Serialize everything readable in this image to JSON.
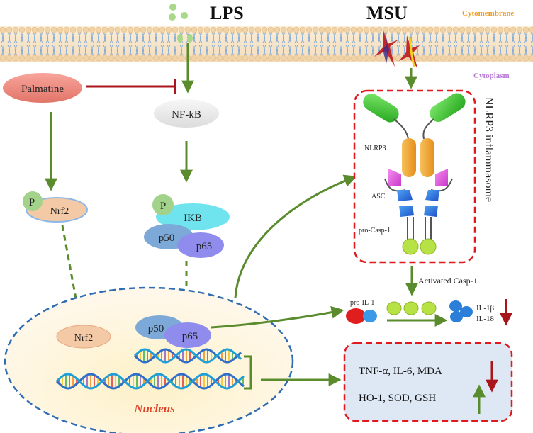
{
  "labels": {
    "lps": "LPS",
    "msu": "MSU",
    "cytomembrane": "Cytomembrane",
    "cytoplasm": "Cytoplasm",
    "palmatine": "Palmatine",
    "nfkb": "NF-kB",
    "nrf2_top": "Nrf2",
    "p_nrf2": "P",
    "p_ikb": "P",
    "ikb": "IKB",
    "p50_top": "p50",
    "p65_top": "p65",
    "nrf2_nucleus": "Nrf2",
    "p50_nucleus": "p50",
    "p65_nucleus": "p65",
    "nucleus": "Nucleus",
    "inflammasome": "NLRP3 inflammasome",
    "nlrp3": "NLRP3",
    "asc": "ASC",
    "pro_casp1": "pro-Casp-1",
    "activated_casp1": "Activated Casp-1",
    "pro_il1": "pro-IL-1",
    "il1b": "IL-1β",
    "il18": "IL-18",
    "out_line1": "TNF-α, IL-6, MDA",
    "out_line2": "HO-1, SOD, GSH"
  },
  "colors": {
    "arrow_green": "#5a8c2e",
    "inhibit_red": "#a8161c",
    "dash_red": "#e0191d",
    "nucleus_border": "#2e6db3",
    "membrane": "#f6e3c6",
    "lipid_tail": "#7aa7d9",
    "palmatine": "#ee8a80",
    "nfkb": "#ececec",
    "nrf2": "#f3c9a6",
    "ikb": "#6fe3ee",
    "p50": "#7ca9d8",
    "p65": "#8f8cee",
    "p_circle": "#a3d28b",
    "green_bead": "#b6e245",
    "cytomembrane_text": "#f09c1d",
    "cytoplasm_text": "#b77bd6",
    "nucleus_text": "#e0452c",
    "down_arrow": "#a8161c",
    "up_arrow": "#5a8c2e"
  }
}
